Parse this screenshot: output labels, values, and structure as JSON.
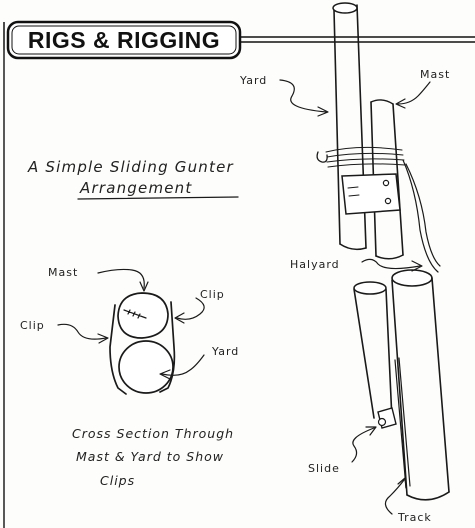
{
  "header": {
    "title": "RIGS & RIGGING"
  },
  "caption": {
    "line1": "A Simple Sliding Gunter",
    "line2": "Arrangement"
  },
  "labels": {
    "yard_top": "Yard",
    "mast_top": "Mast",
    "halyard": "Halyard",
    "mast_cross": "Mast",
    "clip_right": "Clip",
    "clip_left": "Clip",
    "yard_cross": "Yard",
    "slide": "Slide",
    "track": "Track"
  },
  "section_note": {
    "line1": "Cross Section Through",
    "line2": "Mast & Yard to Show",
    "line3": "Clips"
  }
}
